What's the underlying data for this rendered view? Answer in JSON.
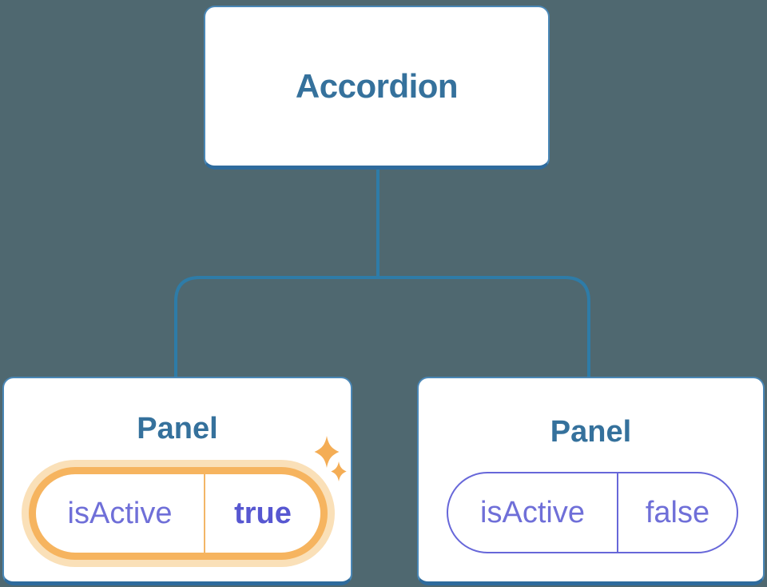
{
  "diagram": {
    "root": {
      "label": "Accordion"
    },
    "panels": [
      {
        "title": "Panel",
        "active": true,
        "prop": {
          "name": "isActive",
          "value": "true"
        },
        "decoration": "sparkles-icon"
      },
      {
        "title": "Panel",
        "active": false,
        "prop": {
          "name": "isActive",
          "value": "false"
        }
      }
    ]
  },
  "icons": {
    "sparkles": {
      "name": "sparkles-icon",
      "glyph": "✦"
    }
  },
  "colors": {
    "background": "#4F6870",
    "connector_line": "#2E7CA8",
    "node_background": "#FFFFFF",
    "node_border": "#4A87B6",
    "node_border_bottom": "#2E6B9D",
    "heading_text": "#35719C",
    "prop_text": "#6F6FD8",
    "prop_value_active_text": "#5757D1",
    "active_pill_border": "#F6B45F",
    "active_pill_glow": "#FAE0B8",
    "inactive_pill_border": "#6767D9",
    "sparkle": "#F4AD55"
  }
}
